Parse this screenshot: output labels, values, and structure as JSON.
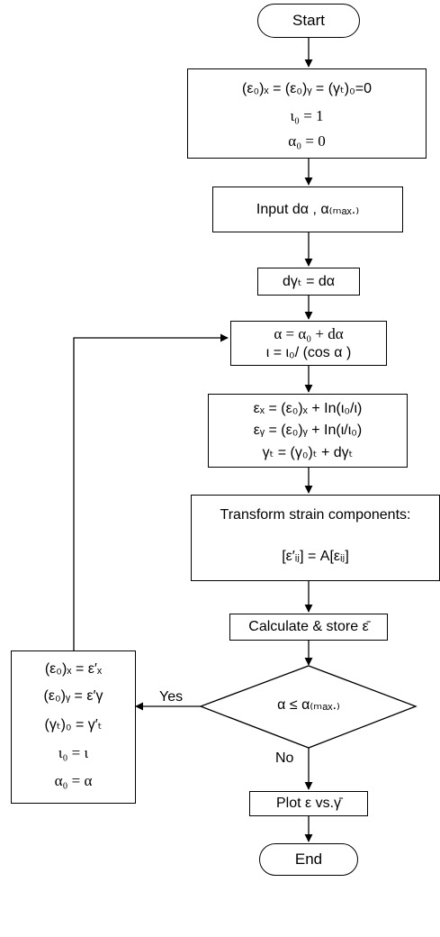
{
  "start": "Start",
  "init": {
    "line1": "(ε₀)ₓ  =  (ε₀)ᵧ  =  (γₜ)₀=0",
    "line2": "ι₀ = 1",
    "line3": "α₀ = 0"
  },
  "input": "Input dα , α₍ₘₐₓ.₎",
  "dgamma": "dγₜ = dα",
  "update": {
    "line1": "α = α₀ + dα",
    "line2": "ι = ι₀/ (cos α )"
  },
  "strain": {
    "line1": "εₓ = (ε₀)ₓ + In(ι₀/ι)",
    "line2": "εᵧ = (ε₀)ᵧ + In(ι/ι₀)",
    "line3": "γₜ = (γ₀)ₜ + dγₜ"
  },
  "transform": {
    "line1": "Transform strain components:",
    "line2": "[ε′ᵢⱼ] = A[εᵢⱼ]"
  },
  "calculate": "Calculate & store ε̄",
  "decision": "α ≤ α₍ₘₐₓ.₎",
  "yes_label": "Yes",
  "no_label": "No",
  "reset": {
    "line1": "(ε₀)ₓ  =  ε′ₓ",
    "line2": "(ε₀)ᵧ  =  ε′γ",
    "line3": "(γₜ)₀  =  γ′ₜ",
    "line4": "ι₀ = ι",
    "line5": "α₀ = α"
  },
  "plot": "Plot ε vs.γ̄",
  "end": "End"
}
